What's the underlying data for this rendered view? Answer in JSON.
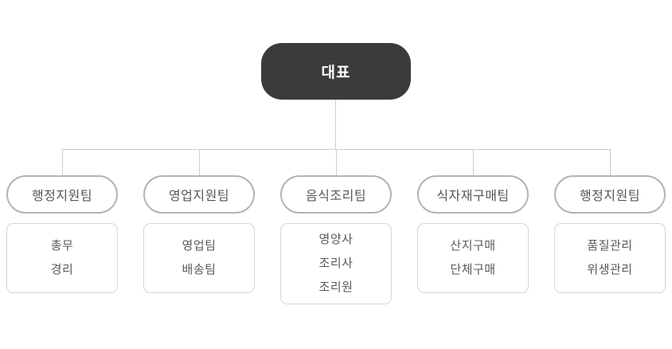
{
  "root": {
    "label": "대표"
  },
  "departments": [
    {
      "name": "행정지원팀",
      "members": [
        "총무",
        "경리"
      ]
    },
    {
      "name": "영업지원팀",
      "members": [
        "영업팀",
        "배송팀"
      ]
    },
    {
      "name": "음식조리팀",
      "members": [
        "영양사",
        "조리사",
        "조리원"
      ]
    },
    {
      "name": "식자재구매팀",
      "members": [
        "산지구매",
        "단체구매"
      ]
    },
    {
      "name": "행정지원팀",
      "members": [
        "품질관리",
        "위생관리"
      ]
    }
  ],
  "colors": {
    "background": "#ffffff",
    "root_bg": "#3b3b3b",
    "root_text": "#ffffff",
    "pill_border": "#b3b3b3",
    "pill_text": "#555555",
    "member_box_border": "#d6d6d6",
    "member_text": "#595959",
    "connector": "#cccccc"
  }
}
